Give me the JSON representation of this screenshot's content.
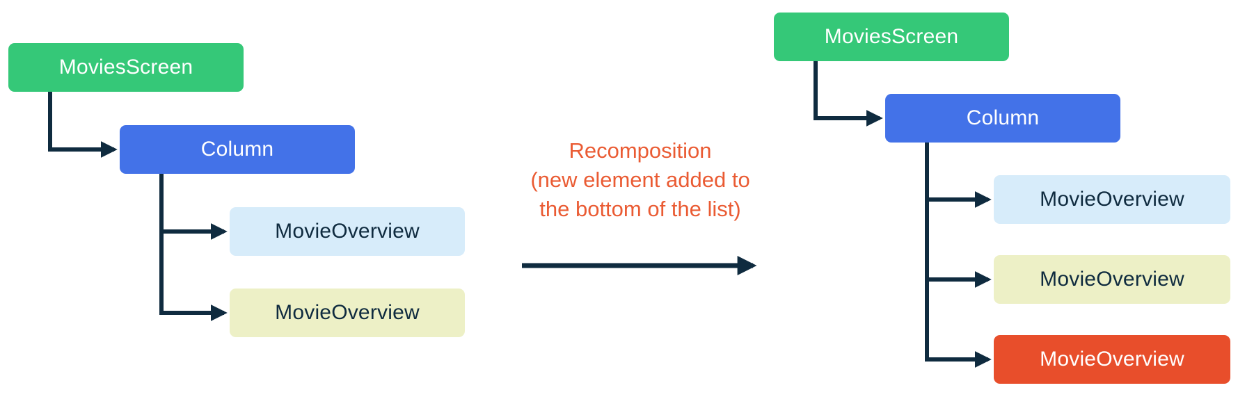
{
  "diagram": {
    "connector_color": "#0f2b3f",
    "before": {
      "nodes": [
        {
          "id": "movies-screen",
          "label": "MoviesScreen",
          "color": "#35c878",
          "text_color": "#ffffff"
        },
        {
          "id": "column",
          "label": "Column",
          "color": "#4372e8",
          "text_color": "#ffffff"
        },
        {
          "id": "movie-overview-1",
          "label": "MovieOverview",
          "color": "#d7ecfa",
          "text_color": "#0f2b3f"
        },
        {
          "id": "movie-overview-2",
          "label": "MovieOverview",
          "color": "#edf0c6",
          "text_color": "#0f2b3f"
        }
      ]
    },
    "after": {
      "nodes": [
        {
          "id": "movies-screen",
          "label": "MoviesScreen",
          "color": "#35c878",
          "text_color": "#ffffff"
        },
        {
          "id": "column",
          "label": "Column",
          "color": "#4372e8",
          "text_color": "#ffffff"
        },
        {
          "id": "movie-overview-1",
          "label": "MovieOverview",
          "color": "#d7ecfa",
          "text_color": "#0f2b3f"
        },
        {
          "id": "movie-overview-2",
          "label": "MovieOverview",
          "color": "#edf0c6",
          "text_color": "#0f2b3f"
        },
        {
          "id": "movie-overview-3",
          "label": "MovieOverview",
          "color": "#e84e2b",
          "text_color": "#ffffff",
          "highlight": true
        }
      ]
    },
    "caption": {
      "line1": "Recomposition",
      "line2": "(new element added to",
      "line3": "the bottom of the list)",
      "color": "#ea5b33"
    }
  }
}
